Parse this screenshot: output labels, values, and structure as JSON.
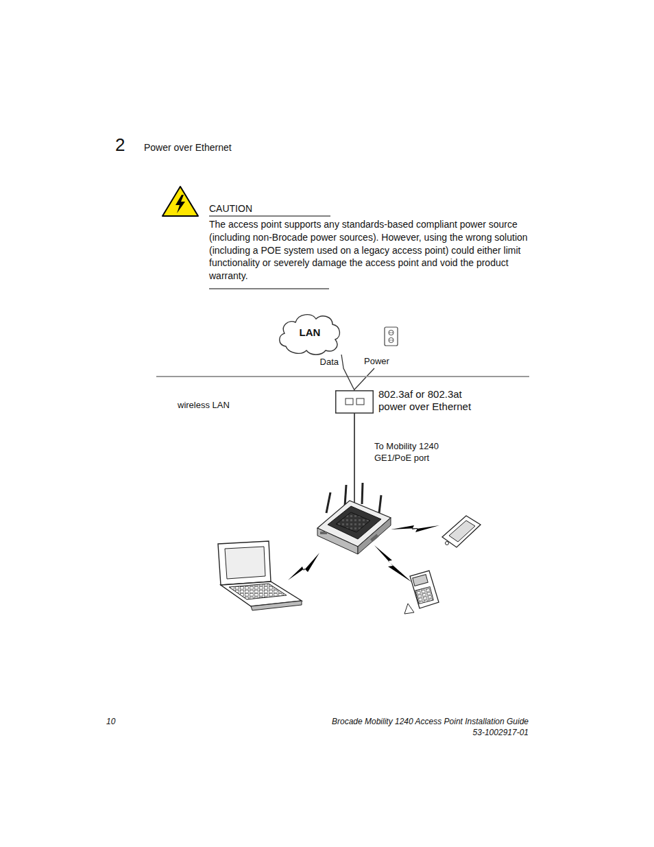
{
  "diagram": {
    "nodes": [
      {
        "text": [
          "LAN"
        ]
      },
      {
        "text": [
          "802.3af or 802.3at power over Ethernet"
        ]
      }
    ],
    "edges": [
      {
        "from": 0,
        "to": 1,
        "arrow": "none",
        "label": "Data"
      }
    ],
    "labels": [
      "2",
      "Power over Ethernet",
      "CAUTION",
      "The access point supports any standards-based compliant power source (including non-Brocade power sources). However, using the wrong solution (including a POE system used on a legacy access point) could either limit functionality or severely damage the access point and void the product warranty.",
      "Power",
      "wireless LAN",
      "To Mobility 1240 GE1/PoE port",
      "10",
      "Brocade Mobility 1240 Access Point Installation Guide",
      "53-1002917-01"
    ]
  }
}
